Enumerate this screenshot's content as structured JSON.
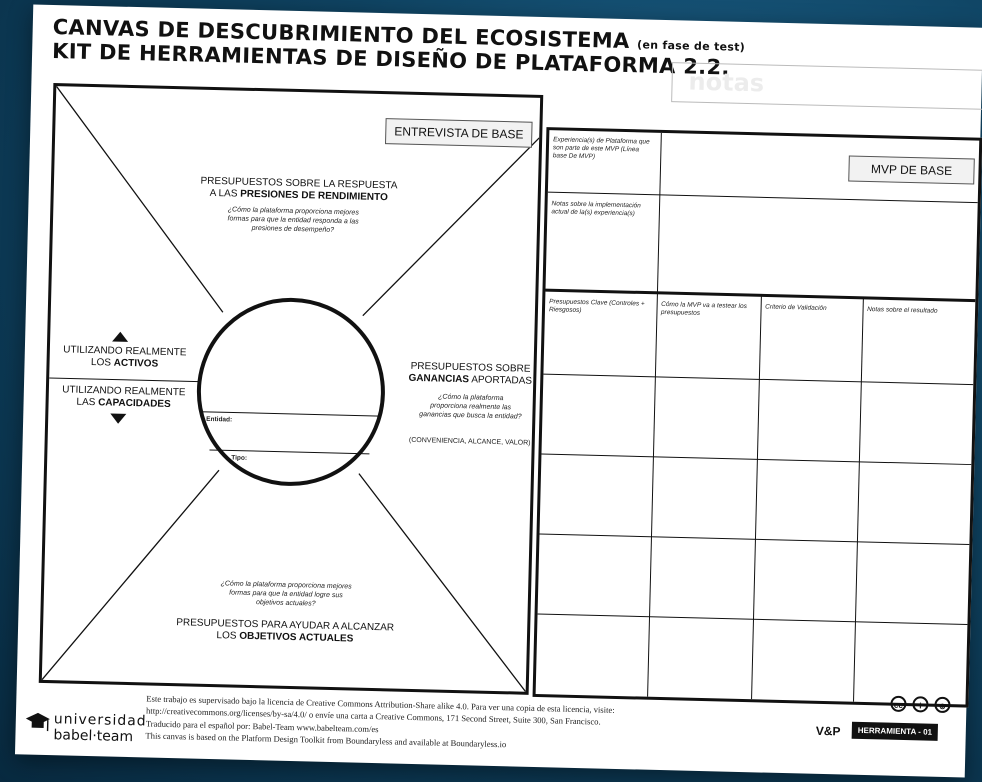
{
  "header": {
    "title_line1": "CANVAS DE DESCUBRIMIENTO DEL ECOSISTEMA",
    "title_note": "(en fase de test)",
    "title_line2": "KIT DE HERRAMIENTAS DE DISEÑO DE PLATAFORMA 2.2.",
    "notes_label": "notas"
  },
  "left_canvas": {
    "tag": "ENTREVISTA DE BASE",
    "top_label_1": "PRESUPUESTOS SOBRE LA RESPUESTA",
    "top_label_2_pre": "A LAS ",
    "top_label_2_bold": "PRESIONES DE RENDIMIENTO",
    "top_question": "¿Cómo la plataforma proporciona mejores formas para que la entidad responda a las presiones de desempeño?",
    "left_top_1": "UTILIZANDO REALMENTE",
    "left_top_2_pre": "LOS ",
    "left_top_2_bold": "ACTIVOS",
    "left_bottom_1": "UTILIZANDO REALMENTE",
    "left_bottom_2_pre": "LAS ",
    "left_bottom_2_bold": "CAPACIDADES",
    "right_label_1": "PRESUPUESTOS SOBRE",
    "right_label_2_bold": "GANANCIAS",
    "right_label_2_post": " APORTADAS",
    "right_question": "¿Cómo la plataforma proporciona realmente las ganancias que busca la entidad?",
    "right_values": "(CONVENIENCIA, ALCANCE, VALOR)",
    "bottom_question": "¿Cómo la plataforma proporciona mejores formas para que la entidad logre sus objetivos actuales?",
    "bottom_label_1": "PRESUPUESTOS PARA AYUDAR A ALCANZAR",
    "bottom_label_2_pre": "LOS ",
    "bottom_label_2_bold": "OBJETIVOS ACTUALES",
    "circle_entity": "Entidad:",
    "circle_type": "Tipo:"
  },
  "right_canvas": {
    "tag": "MVP DE BASE",
    "row1_label": "Experiencia(s) de Plataforma que son parte de este MVP (Línea base De MVP)",
    "row2_label": "Notas sobre la implementación actual de la(s) experiencia(s)",
    "table_headers": [
      "Presupuestos Clave (Controles + Riesgosos)",
      "Cómo la MVP va a testear los presupuestos",
      "Criterio de Validación",
      "Notas sobre el resultado"
    ]
  },
  "footer": {
    "line1": "Este trabajo es supervisado bajo la licencia de Creative Commons Attribution-Share alike 4.0. Para ver una copia de esta licencia, visite:",
    "line2": "http://creativecommons.org/licenses/by-sa/4.0/ o envíe una carta a Creative Commons, 171 Second Street, Suite 300, San Francisco.",
    "line3": "Traducido para el español por: Babel-Team www.babelteam.com/es",
    "line4": "This canvas is based on the Platform Design Toolkit from Boundaryless and available at Boundaryless.io",
    "logo_line1": "universidad",
    "logo_line2": "babel·team",
    "brand": "V&P",
    "tool_badge": "HERRAMIENTA - 01",
    "cc_icons": [
      "cc",
      "i",
      "⊚"
    ]
  }
}
